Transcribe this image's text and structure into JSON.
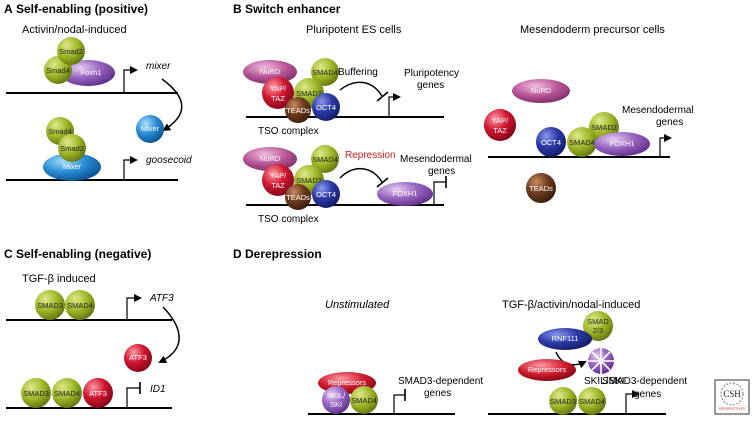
{
  "panels": {
    "a": {
      "letter": "A",
      "title": "Self-enabling (positive)",
      "subtitle": "Activin/nodal-induced",
      "smad2": "Smad2",
      "smad4": "Smad4",
      "foxh1": "Foxh1",
      "gene1": "mixer",
      "mixer_free": "Mixer",
      "smad4b": "Smad4",
      "smad2b": "Smad2",
      "mixer_bound": "Mixer",
      "gene2": "goosecoid"
    },
    "b": {
      "letter": "B",
      "title": "Switch enhancer",
      "es_title": "Pluripotent ES cells",
      "mes_title": "Mesendoderm precursor cells",
      "nurd": "NuRD",
      "smad4": "SMAD4",
      "yap1": "YAP/",
      "yap2": "TAZ",
      "smad2": "SMAD2",
      "teads": "TEADs",
      "oct4": "OCT4",
      "buffering": "Buffering",
      "pluri1": "Pluripotency",
      "pluri2": "genes",
      "tso": "TSO complex",
      "repression": "Repression",
      "mesg1": "Mesendodermal",
      "mesg2": "genes",
      "foxh1": "FOXH1",
      "nurd_r": "NuRD",
      "yap1_r": "YAP/",
      "yap2_r": "TAZ",
      "smad2_r": "SMAD2",
      "oct4_r": "OCT4",
      "smad4_r": "SMAD4",
      "foxh1_r": "FOXH1",
      "mesg1_r": "Mesendodermal",
      "mesg2_r": "genes",
      "teads_r": "TEADs"
    },
    "c": {
      "letter": "C",
      "title": "Self-enabling (negative)",
      "subtitle": "TGF-β induced",
      "smad3": "SMAD3",
      "smad4": "SMAD4",
      "gene1": "ATF3",
      "atf3_free": "ATF3",
      "smad3b": "SMAD3",
      "smad4b": "SMAD4",
      "atf3_bound": "ATF3",
      "gene2": "ID1"
    },
    "d": {
      "letter": "D",
      "title": "Derepression",
      "unstim": "Unstimulated",
      "induced": "TGF-β/activin/nodal-induced",
      "repressors": "Repressors",
      "skil1": "SKIL/",
      "skil2": "SKI",
      "smad4": "SMAD4",
      "gene1a": "SMAD3-dependent",
      "gene1b": "genes",
      "smad23a": "SMAD",
      "smad23b": "2/3",
      "rnf111": "RNF111",
      "skilski": "SKIL/SKI",
      "repressors_r": "Repressors",
      "smad3_r": "SMAD3",
      "smad4_r": "SMAD4",
      "gene2a": "SMAD3-dependent",
      "gene2b": "genes"
    }
  },
  "logo": {
    "line1": "CSH",
    "line2": "PERSPECTIVES"
  },
  "colors": {
    "green": "#8aa61c",
    "purple": "#8a56b5",
    "blue_ball": "#1f86cf",
    "navy": "#24338f",
    "pink": "#b24d8c",
    "red": "#c8122a",
    "brown": "#6b3a1f",
    "dark_red": "#b0101b"
  }
}
